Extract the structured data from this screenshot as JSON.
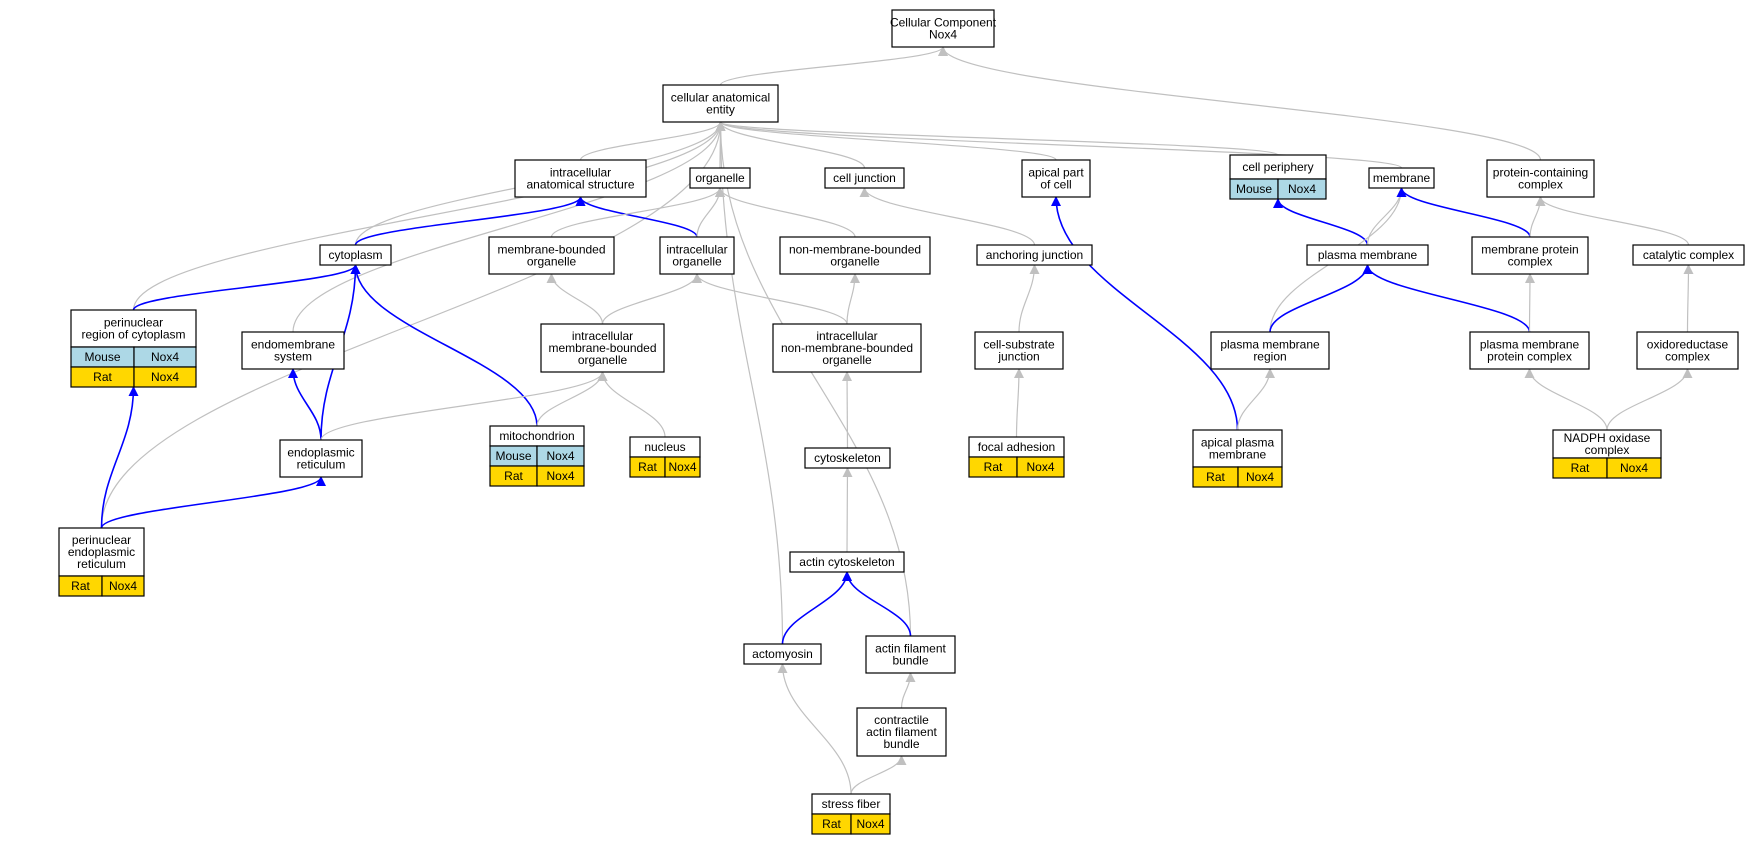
{
  "colors": {
    "background": "#ffffff",
    "node_border": "#000000",
    "gray_edge": "#c0c0c0",
    "blue_edge": "#0000ff",
    "mouse_cell": "#add8e6",
    "rat_cell": "#ffd700"
  },
  "nodes": [
    {
      "id": "root",
      "lines": [
        "Cellular Component",
        "Nox4"
      ]
    },
    {
      "id": "cae",
      "lines": [
        "cellular anatomical",
        "entity"
      ]
    },
    {
      "id": "ias",
      "lines": [
        "intracellular",
        "anatomical structure"
      ]
    },
    {
      "id": "organelle",
      "lines": [
        "organelle"
      ]
    },
    {
      "id": "celljunction",
      "lines": [
        "cell junction"
      ]
    },
    {
      "id": "apicalpart",
      "lines": [
        "apical part",
        "of cell"
      ]
    },
    {
      "id": "periphery",
      "lines": [
        "cell periphery"
      ],
      "rows": [
        {
          "species": "Mouse",
          "gene": "Nox4"
        }
      ]
    },
    {
      "id": "membrane",
      "lines": [
        "membrane"
      ]
    },
    {
      "id": "pcc",
      "lines": [
        "protein-containing",
        "complex"
      ]
    },
    {
      "id": "cytoplasm",
      "lines": [
        "cytoplasm"
      ]
    },
    {
      "id": "mbo",
      "lines": [
        "membrane-bounded",
        "organelle"
      ]
    },
    {
      "id": "io",
      "lines": [
        "intracellular",
        "organelle"
      ]
    },
    {
      "id": "nmbo",
      "lines": [
        "non-membrane-bounded",
        "organelle"
      ]
    },
    {
      "id": "anchjunc",
      "lines": [
        "anchoring junction"
      ]
    },
    {
      "id": "pm",
      "lines": [
        "plasma membrane"
      ]
    },
    {
      "id": "mpc",
      "lines": [
        "membrane protein",
        "complex"
      ]
    },
    {
      "id": "catalytic",
      "lines": [
        "catalytic complex"
      ]
    },
    {
      "id": "perireg",
      "lines": [
        "perinuclear",
        "region of cytoplasm"
      ],
      "rows": [
        {
          "species": "Mouse",
          "gene": "Nox4"
        },
        {
          "species": "Rat",
          "gene": "Nox4"
        }
      ]
    },
    {
      "id": "endomem",
      "lines": [
        "endomembrane",
        "system"
      ]
    },
    {
      "id": "imbo",
      "lines": [
        "intracellular",
        "membrane-bounded",
        "organelle"
      ]
    },
    {
      "id": "inmbo",
      "lines": [
        "intracellular",
        "non-membrane-bounded",
        "organelle"
      ]
    },
    {
      "id": "csj",
      "lines": [
        "cell-substrate",
        "junction"
      ]
    },
    {
      "id": "pmr",
      "lines": [
        "plasma membrane",
        "region"
      ]
    },
    {
      "id": "pmpc",
      "lines": [
        "plasma membrane",
        "protein complex"
      ]
    },
    {
      "id": "oxido",
      "lines": [
        "oxidoreductase",
        "complex"
      ]
    },
    {
      "id": "er",
      "lines": [
        "endoplasmic",
        "reticulum"
      ]
    },
    {
      "id": "mito",
      "lines": [
        "mitochondrion"
      ],
      "rows": [
        {
          "species": "Mouse",
          "gene": "Nox4"
        },
        {
          "species": "Rat",
          "gene": "Nox4"
        }
      ]
    },
    {
      "id": "nucleus",
      "lines": [
        "nucleus"
      ],
      "rows": [
        {
          "species": "Rat",
          "gene": "Nox4"
        }
      ]
    },
    {
      "id": "cytoskel",
      "lines": [
        "cytoskeleton"
      ]
    },
    {
      "id": "focal",
      "lines": [
        "focal adhesion"
      ],
      "rows": [
        {
          "species": "Rat",
          "gene": "Nox4"
        }
      ]
    },
    {
      "id": "apm",
      "lines": [
        "apical plasma",
        "membrane"
      ],
      "rows": [
        {
          "species": "Rat",
          "gene": "Nox4"
        }
      ]
    },
    {
      "id": "nadph",
      "lines": [
        "NADPH oxidase",
        "complex"
      ],
      "rows": [
        {
          "species": "Rat",
          "gene": "Nox4"
        }
      ]
    },
    {
      "id": "pner",
      "lines": [
        "perinuclear",
        "endoplasmic",
        "reticulum"
      ],
      "rows": [
        {
          "species": "Rat",
          "gene": "Nox4"
        }
      ]
    },
    {
      "id": "actincs",
      "lines": [
        "actin cytoskeleton"
      ]
    },
    {
      "id": "actomyosin",
      "lines": [
        "actomyosin"
      ]
    },
    {
      "id": "afb",
      "lines": [
        "actin filament",
        "bundle"
      ]
    },
    {
      "id": "cafb",
      "lines": [
        "contractile",
        "actin filament",
        "bundle"
      ]
    },
    {
      "id": "stress",
      "lines": [
        "stress fiber"
      ],
      "rows": [
        {
          "species": "Rat",
          "gene": "Nox4"
        }
      ]
    }
  ],
  "edges": [
    {
      "from": "cae",
      "to": "root",
      "kind": "gray"
    },
    {
      "from": "pcc",
      "to": "root",
      "kind": "gray"
    },
    {
      "from": "ias",
      "to": "cae",
      "kind": "gray"
    },
    {
      "from": "organelle",
      "to": "cae",
      "kind": "gray"
    },
    {
      "from": "celljunction",
      "to": "cae",
      "kind": "gray"
    },
    {
      "from": "apicalpart",
      "to": "cae",
      "kind": "gray"
    },
    {
      "from": "periphery",
      "to": "cae",
      "kind": "gray"
    },
    {
      "from": "membrane",
      "to": "cae",
      "kind": "gray"
    },
    {
      "from": "cytoplasm",
      "to": "cae",
      "kind": "gray"
    },
    {
      "from": "perireg",
      "to": "cae",
      "kind": "gray"
    },
    {
      "from": "endomem",
      "to": "cae",
      "kind": "gray"
    },
    {
      "from": "pner",
      "to": "cae",
      "kind": "gray"
    },
    {
      "from": "actomyosin",
      "to": "cae",
      "kind": "gray"
    },
    {
      "from": "afb",
      "to": "cae",
      "kind": "gray"
    },
    {
      "from": "cytoplasm",
      "to": "ias",
      "kind": "blue"
    },
    {
      "from": "io",
      "to": "ias",
      "kind": "blue"
    },
    {
      "from": "mbo",
      "to": "organelle",
      "kind": "gray"
    },
    {
      "from": "io",
      "to": "organelle",
      "kind": "gray"
    },
    {
      "from": "nmbo",
      "to": "organelle",
      "kind": "gray"
    },
    {
      "from": "anchjunc",
      "to": "celljunction",
      "kind": "gray"
    },
    {
      "from": "apm",
      "to": "apicalpart",
      "kind": "blue"
    },
    {
      "from": "pm",
      "to": "periphery",
      "kind": "blue"
    },
    {
      "from": "pm",
      "to": "membrane",
      "kind": "gray"
    },
    {
      "from": "pmr",
      "to": "membrane",
      "kind": "gray"
    },
    {
      "from": "mpc",
      "to": "membrane",
      "kind": "blue"
    },
    {
      "from": "mpc",
      "to": "pcc",
      "kind": "gray"
    },
    {
      "from": "catalytic",
      "to": "pcc",
      "kind": "gray"
    },
    {
      "from": "perireg",
      "to": "cytoplasm",
      "kind": "blue"
    },
    {
      "from": "er",
      "to": "cytoplasm",
      "kind": "blue"
    },
    {
      "from": "mito",
      "to": "cytoplasm",
      "kind": "blue"
    },
    {
      "from": "imbo",
      "to": "mbo",
      "kind": "gray"
    },
    {
      "from": "imbo",
      "to": "io",
      "kind": "gray"
    },
    {
      "from": "inmbo",
      "to": "io",
      "kind": "gray"
    },
    {
      "from": "inmbo",
      "to": "nmbo",
      "kind": "gray"
    },
    {
      "from": "csj",
      "to": "anchjunc",
      "kind": "gray"
    },
    {
      "from": "pmr",
      "to": "pm",
      "kind": "blue"
    },
    {
      "from": "pmpc",
      "to": "pm",
      "kind": "blue"
    },
    {
      "from": "pmpc",
      "to": "mpc",
      "kind": "gray"
    },
    {
      "from": "oxido",
      "to": "catalytic",
      "kind": "gray"
    },
    {
      "from": "pner",
      "to": "perireg",
      "kind": "blue"
    },
    {
      "from": "er",
      "to": "endomem",
      "kind": "blue"
    },
    {
      "from": "er",
      "to": "imbo",
      "kind": "gray"
    },
    {
      "from": "mito",
      "to": "imbo",
      "kind": "gray"
    },
    {
      "from": "nucleus",
      "to": "imbo",
      "kind": "gray"
    },
    {
      "from": "cytoskel",
      "to": "inmbo",
      "kind": "gray"
    },
    {
      "from": "focal",
      "to": "csj",
      "kind": "gray"
    },
    {
      "from": "apm",
      "to": "pmr",
      "kind": "gray"
    },
    {
      "from": "nadph",
      "to": "pmpc",
      "kind": "gray"
    },
    {
      "from": "nadph",
      "to": "oxido",
      "kind": "gray"
    },
    {
      "from": "pner",
      "to": "er",
      "kind": "blue"
    },
    {
      "from": "actincs",
      "to": "cytoskel",
      "kind": "gray"
    },
    {
      "from": "actomyosin",
      "to": "actincs",
      "kind": "blue"
    },
    {
      "from": "afb",
      "to": "actincs",
      "kind": "blue"
    },
    {
      "from": "cafb",
      "to": "afb",
      "kind": "gray"
    },
    {
      "from": "stress",
      "to": "actomyosin",
      "kind": "gray"
    },
    {
      "from": "stress",
      "to": "cafb",
      "kind": "gray"
    }
  ]
}
